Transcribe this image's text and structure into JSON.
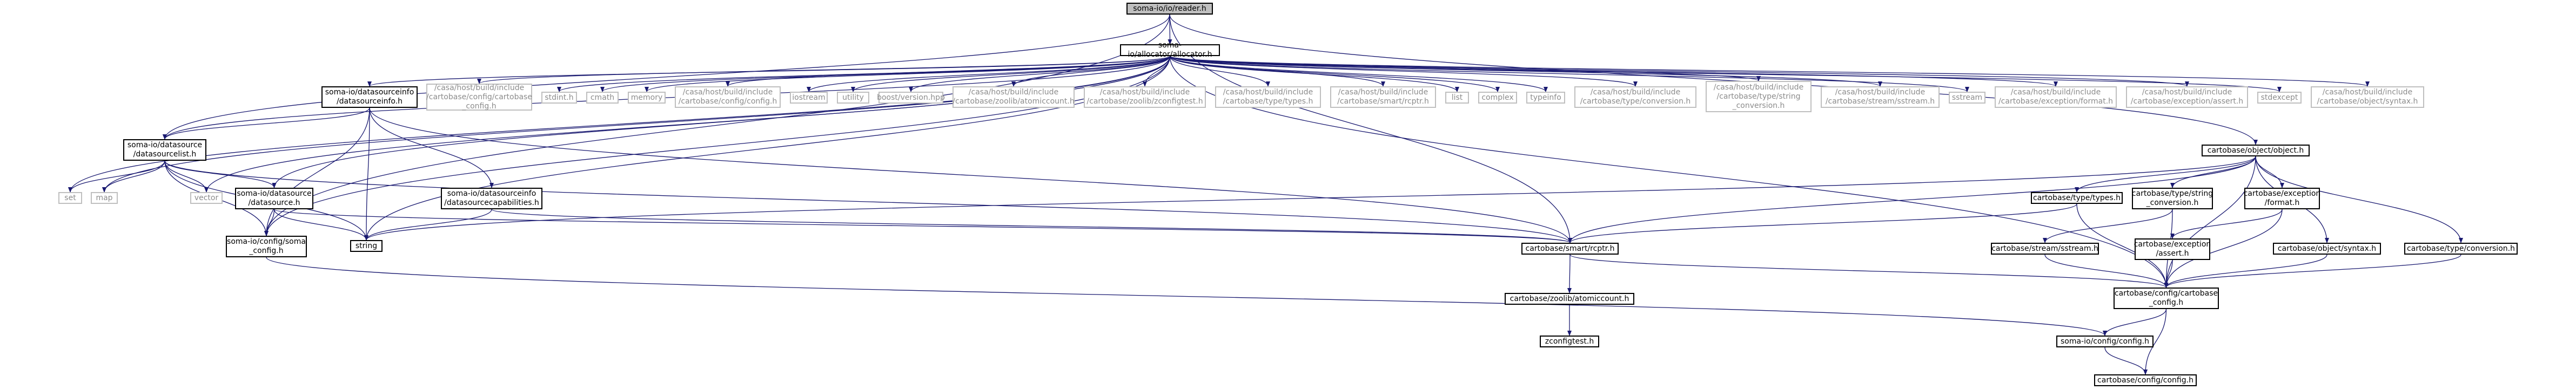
{
  "nodes": {
    "root": "soma-io/io/reader.h",
    "allocator": "soma-io/allocator/allocator.h",
    "dsinfo": "soma-io/datasourceinfo\n/datasourceinfo.h",
    "ext_carto_config": "/casa/host/build/include\n/cartobase/config/cartobase\n_config.h",
    "stdint": "stdint.h",
    "cmath": "cmath",
    "memory": "memory",
    "ext_config_config": "/casa/host/build/include\n/cartobase/config/config.h",
    "iostream": "iostream",
    "utility": "utility",
    "boost_version": "boost/version.hpp",
    "ext_atomiccount": "/casa/host/build/include\n/cartobase/zoolib/atomiccount.h",
    "ext_zconfigtest": "/casa/host/build/include\n/cartobase/zoolib/zconfigtest.h",
    "ext_types": "/casa/host/build/include\n/cartobase/type/types.h",
    "ext_smartrcptr": "/casa/host/build/include\n/cartobase/smart/rcptr.h",
    "list": "list",
    "complex": "complex",
    "typeinfo": "typeinfo",
    "ext_conversion": "/casa/host/build/include\n/cartobase/type/conversion.h",
    "ext_string_conversion": "/casa/host/build/include\n/cartobase/type/string\n_conversion.h",
    "ext_sstream": "/casa/host/build/include\n/cartobase/stream/sstream.h",
    "sstream": "sstream",
    "ext_format": "/casa/host/build/include\n/cartobase/exception/format.h",
    "ext_assert": "/casa/host/build/include\n/cartobase/exception/assert.h",
    "stdexcept": "stdexcept",
    "ext_syntax": "/casa/host/build/include\n/cartobase/object/syntax.h",
    "dslist": "soma-io/datasource\n/datasourcelist.h",
    "set": "set",
    "map": "map",
    "vector": "vector",
    "datasource": "soma-io/datasource\n/datasource.h",
    "capabilities": "soma-io/datasourceinfo\n/datasourcecapabilities.h",
    "string": "string",
    "soma_config": "soma-io/config/soma\n_config.h",
    "object": "cartobase/object/object.h",
    "types": "cartobase/type/types.h",
    "string_conversion": "cartobase/type/string\n_conversion.h",
    "format": "cartobase/exception\n/format.h",
    "rcptr": "cartobase/smart/rcptr.h",
    "sstream_h": "cartobase/stream/sstream.h",
    "assert": "cartobase/exception\n/assert.h",
    "syntax": "cartobase/object/syntax.h",
    "conversion": "cartobase/type/conversion.h",
    "carto_config": "cartobase/config/cartobase\n_config.h",
    "atomiccount": "cartobase/zoolib/atomiccount.h",
    "zconfigtest": "zconfigtest.h",
    "somaio_config": "soma-io/config/config.h",
    "config": "cartobase/config/config.h"
  },
  "colors": {
    "edge": "#191970",
    "node_border": "#000000",
    "gray_border": "#bfbfbf",
    "root_fill": "#bfbfbf"
  }
}
